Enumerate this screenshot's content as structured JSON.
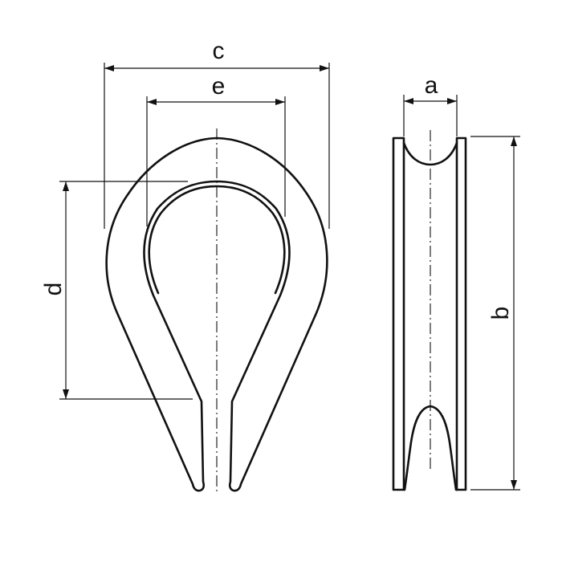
{
  "diagram": {
    "labels": {
      "a": "a",
      "b": "b",
      "c": "c",
      "d": "d",
      "e": "e"
    },
    "colors": {
      "line": "#111111",
      "background": "#ffffff"
    }
  }
}
